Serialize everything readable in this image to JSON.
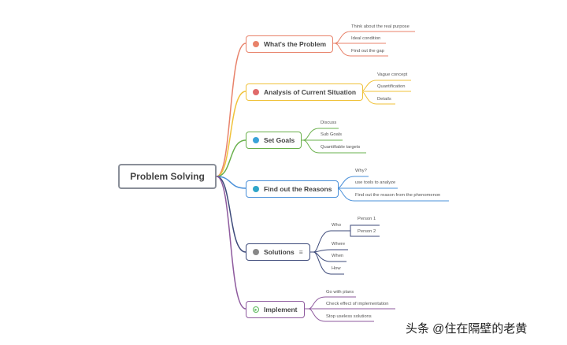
{
  "root": "Problem Solving",
  "colors": {
    "problem": "#e8826a",
    "analysis": "#f0c23a",
    "goals": "#6ab04c",
    "reasons": "#4a90d9",
    "solutions": "#3d4a7a",
    "implement": "#8e5a9e"
  },
  "topics": [
    {
      "label": "What's the Problem",
      "icon": "question-icon",
      "children": [
        "Think about the real purpose",
        "Ideal condition",
        "Find out the gap"
      ]
    },
    {
      "label": "Analysis of Current Situation",
      "icon": "target-icon",
      "children": [
        "Vague concept",
        "Quantification",
        "Details"
      ]
    },
    {
      "label": "Set Goals",
      "icon": "flag-icon",
      "children": [
        "Discuss",
        "Sub Goals",
        "Quantifiable targets"
      ]
    },
    {
      "label": "Find out the Reasons",
      "icon": "plus-icon",
      "children": [
        "Why?",
        "use tools to analyze",
        "Find out the reason from the phenomenon"
      ]
    },
    {
      "label": "Solutions",
      "icon": "check-icon",
      "children": [
        "Who",
        "Where",
        "When",
        "How"
      ],
      "who_children": [
        "Person 1",
        "Person 2"
      ]
    },
    {
      "label": "Implement",
      "icon": "play-icon",
      "children": [
        "Go with plans",
        "Check effect of implementation",
        "Stop useless solutions"
      ]
    }
  ],
  "watermark": "头条 @住在隔壁的老黄"
}
